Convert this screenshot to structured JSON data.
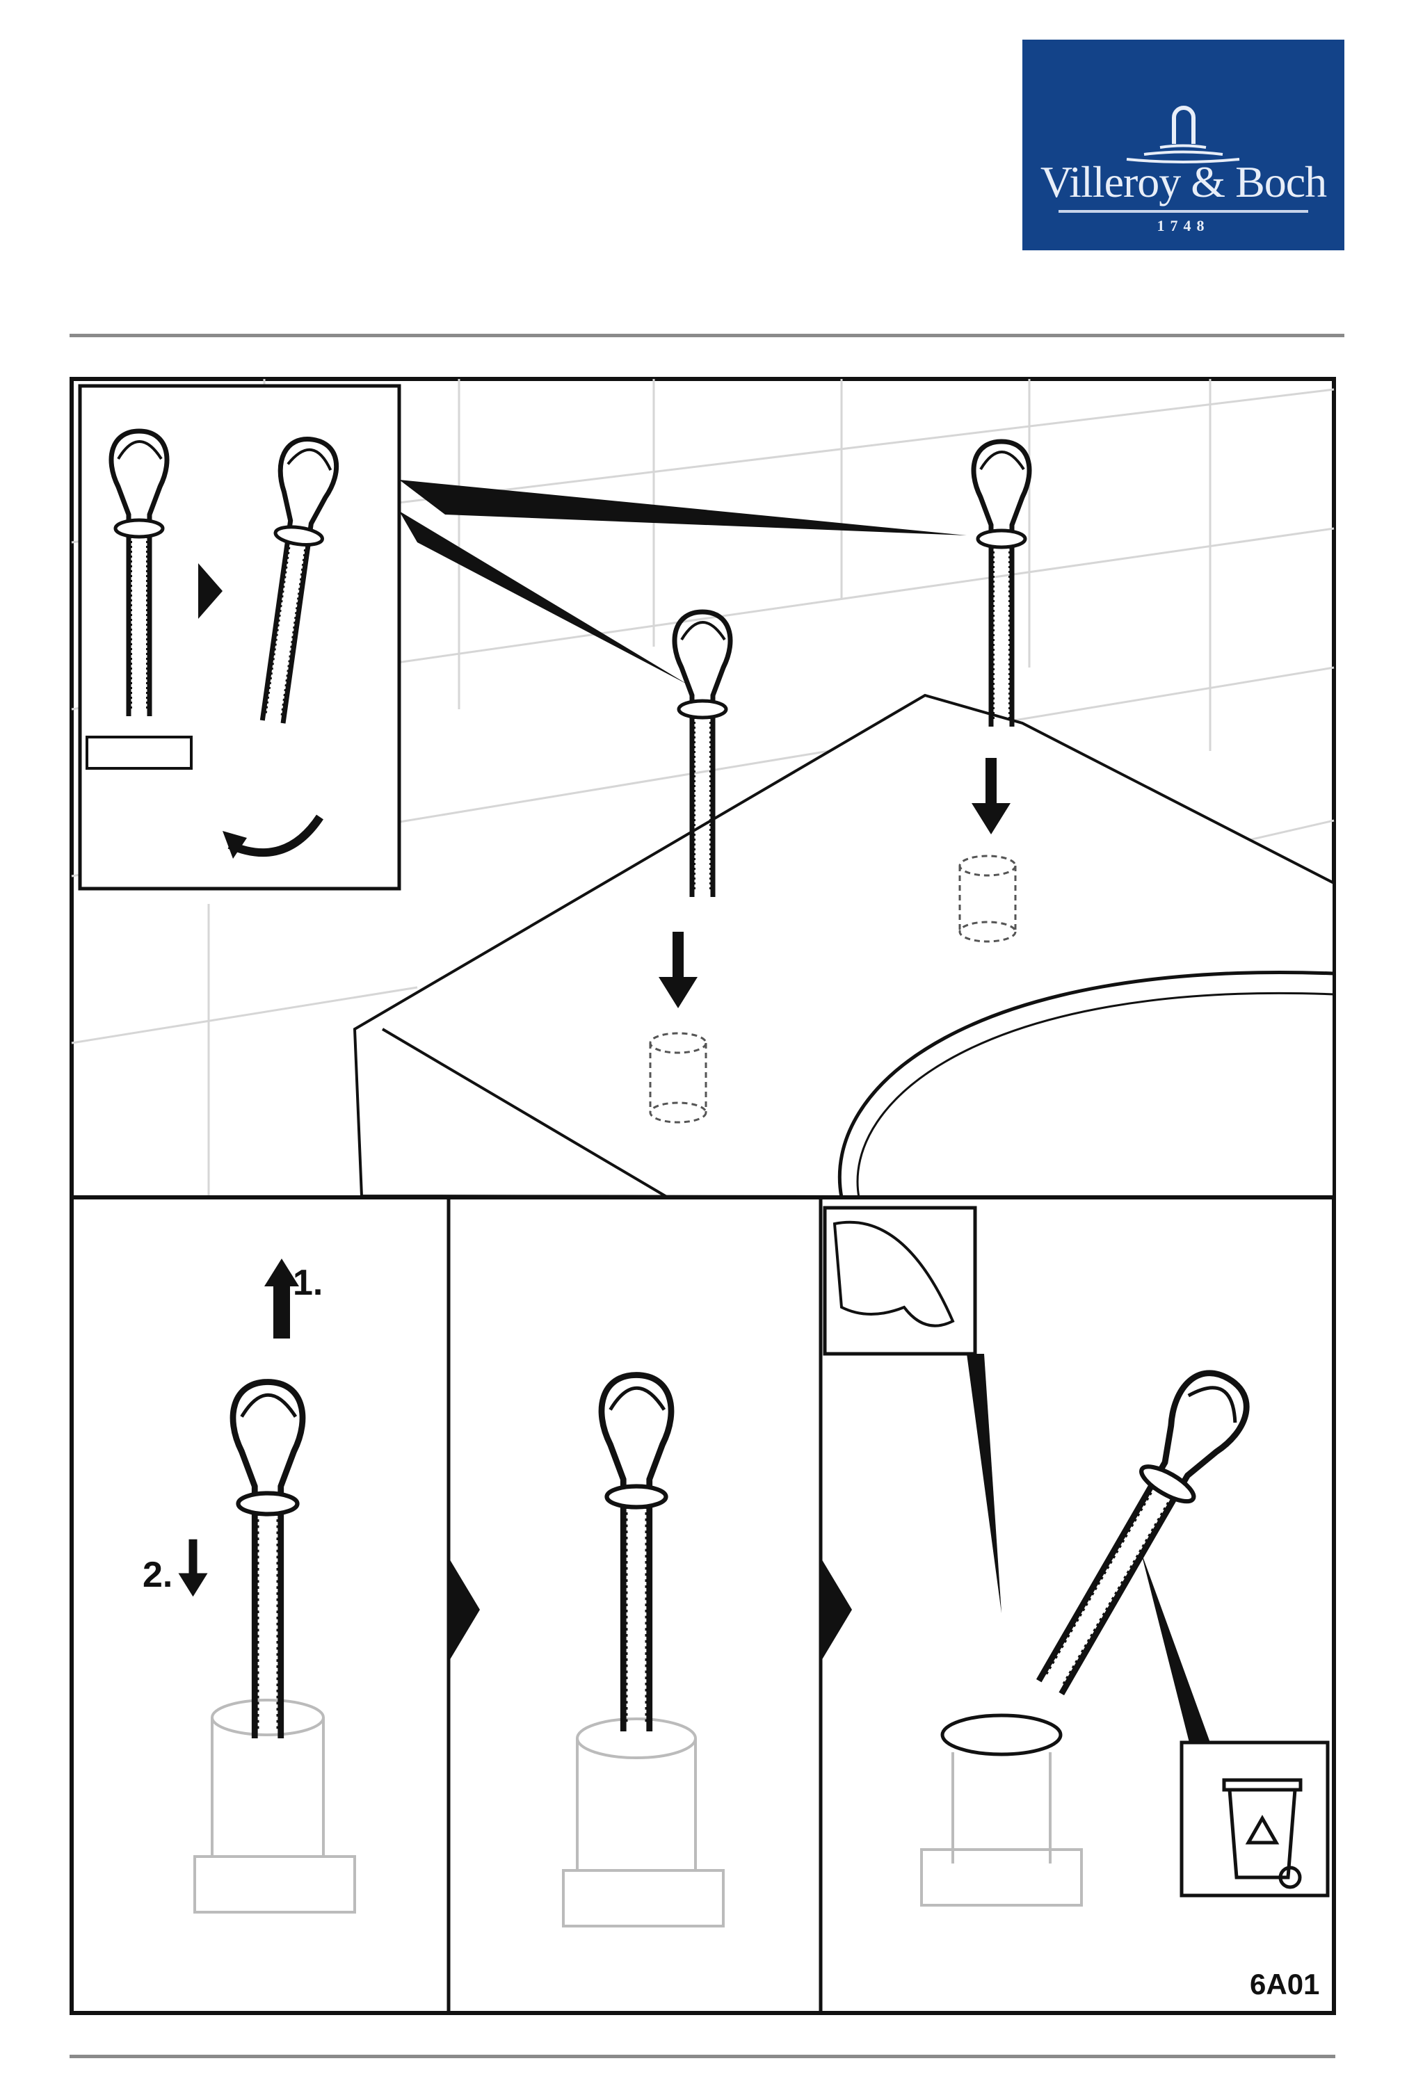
{
  "logo": {
    "brand": "Villeroy & Boch",
    "year": "1748",
    "color": "#134389"
  },
  "steps": {
    "step1": "1.",
    "step2": "2."
  },
  "figure_code": "6A01",
  "icons": [
    "arrow-down-icon",
    "arrow-up-icon",
    "play-triangle-icon",
    "recycle-bin-icon",
    "hand-icon"
  ]
}
